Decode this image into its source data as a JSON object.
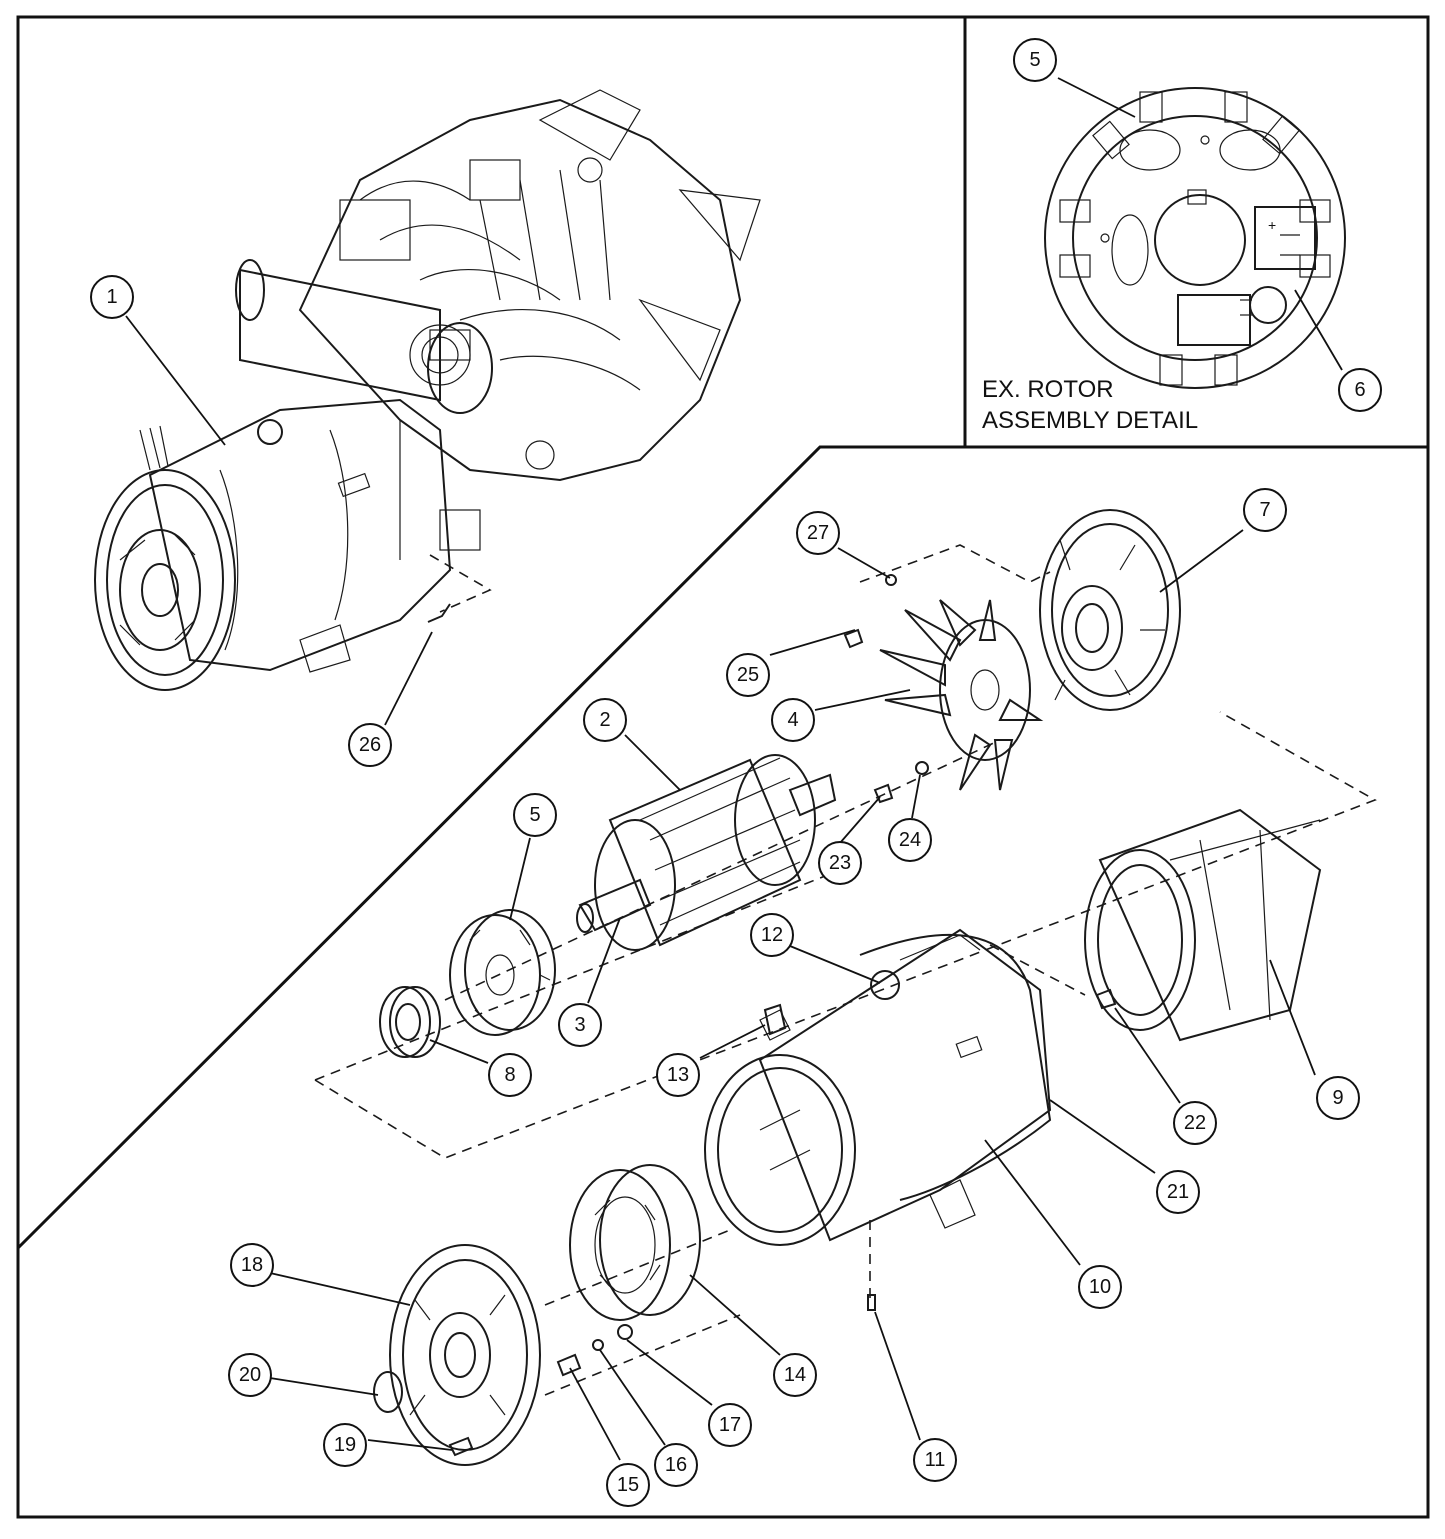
{
  "detail_panel": {
    "label_line1": "EX. ROTOR",
    "label_line2": "ASSEMBLY DETAIL"
  },
  "callouts": {
    "c1": "1",
    "c2": "2",
    "c3": "3",
    "c4": "4",
    "c5": "5",
    "c5b": "5",
    "c6": "6",
    "c7": "7",
    "c8": "8",
    "c9": "9",
    "c10": "10",
    "c11": "11",
    "c12": "12",
    "c13": "13",
    "c14": "14",
    "c15": "15",
    "c16": "16",
    "c17": "17",
    "c18": "18",
    "c19": "19",
    "c20": "20",
    "c21": "21",
    "c22": "22",
    "c23": "23",
    "c24": "24",
    "c25": "25",
    "c26": "26",
    "c27": "27"
  }
}
